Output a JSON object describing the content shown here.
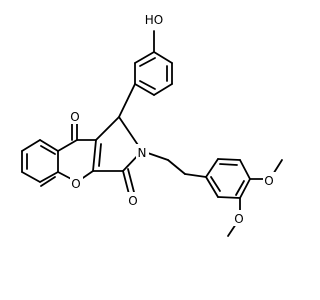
{
  "figure": {
    "type": "chemical-structure",
    "atom_labels": {
      "hydroxyl": "HO",
      "ketone_oxygen_top": "O",
      "ring_oxygen": "O",
      "ring_nitrogen": "N",
      "imide_oxygen": "O",
      "methoxy_oxygen_upper": "O",
      "methoxy_oxygen_lower": "O"
    }
  }
}
